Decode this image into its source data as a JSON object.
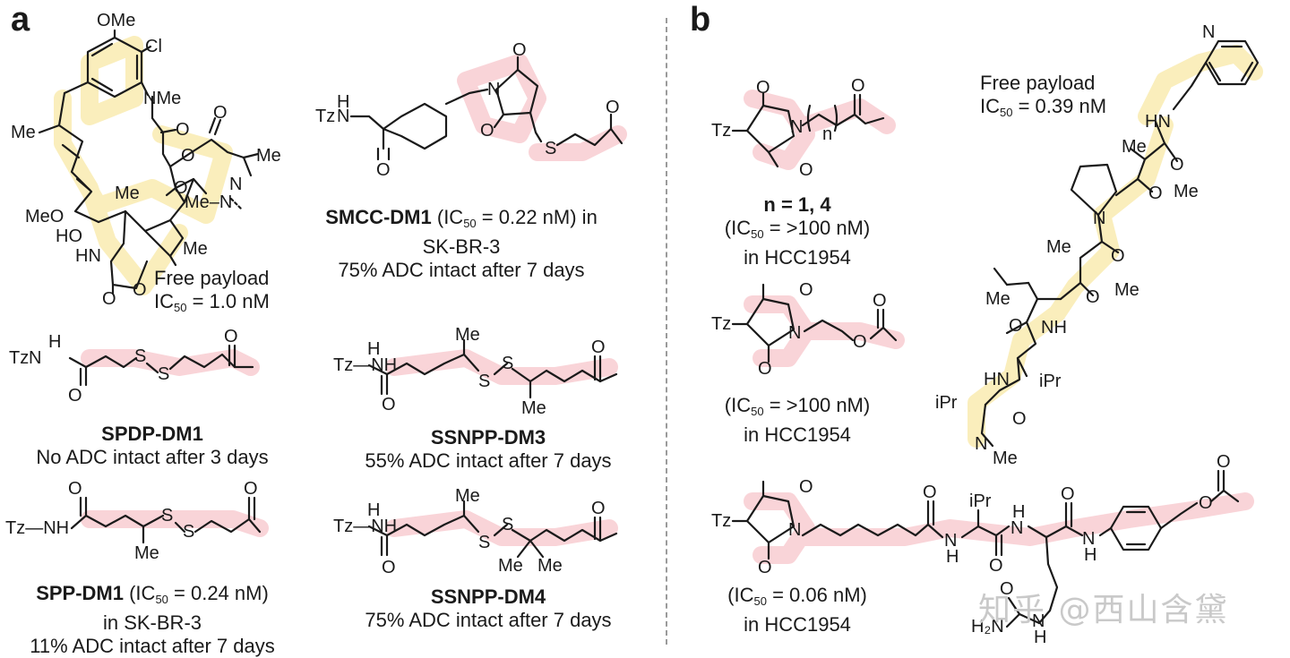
{
  "panels": {
    "a": "a",
    "b": "b"
  },
  "dm1_payload": {
    "line1": "Free payload",
    "ic_prefix": "IC",
    "ic_sub": "50",
    "ic_suffix": " = 1.0 nM"
  },
  "smcc": {
    "name": "SMCC-DM1",
    "ic_open": " (IC",
    "ic_sub": "50",
    "ic_value": " =  0.22 nM) in",
    "line2": "SK-BR-3",
    "line3": "75% ADC intact after 7 days"
  },
  "spdp": {
    "name": "SPDP-DM1",
    "line2": "No ADC intact after 3 days"
  },
  "ssnpp3": {
    "name": "SSNPP-DM3",
    "line2": "55% ADC intact after 7 days"
  },
  "spp": {
    "name": "SPP-DM1",
    "ic_open": " (IC",
    "ic_sub": "50",
    "ic_value": " =  0.24 nM)",
    "line2": "in SK-BR-3",
    "line3": "11% ADC intact after 7 days"
  },
  "ssnpp4": {
    "name": "SSNPP-DM4",
    "line2": "75% ADC intact after 7 days"
  },
  "mal_n": {
    "name": "n = 1, 4",
    "ic_open": "(IC",
    "ic_sub": "50",
    "ic_value": " =  >100 nM)",
    "line2": "in HCC1954"
  },
  "mal_ester": {
    "ic_open": "(IC",
    "ic_sub": "50",
    "ic_value": " =  >100 nM)",
    "line2": "in HCC1954"
  },
  "mal_vc": {
    "ic_open": "(IC",
    "ic_sub": "50",
    "ic_value": " =  0.06 nM)",
    "line2": "in HCC1954"
  },
  "mmae_payload": {
    "line1": "Free payload",
    "ic_prefix": "IC",
    "ic_sub": "50",
    "ic_suffix": " = 0.39 nM"
  },
  "atoms": {
    "tz": "Tz",
    "tz_nh": "Tz—NH",
    "ome": "OMe",
    "cl": "Cl",
    "nme": "NMe",
    "me": "Me",
    "o": "O",
    "n": "N",
    "h": "H",
    "nh": "NH",
    "hn": "HN",
    "s": "S",
    "ho": "HO",
    "meo": "MeO",
    "ipr": "iPr",
    "n_sub": "n",
    "h2n": "H₂N",
    "me_n": "Me–N",
    "ome_small": "O",
    "ome_tail": "Me"
  },
  "watermark": "知乎 @西山含黛",
  "colors": {
    "highlight_yellow": "#f5d96b",
    "highlight_pink": "#f2a0a8",
    "divider": "#9a9a9a",
    "watermark": "#c9c9c9"
  }
}
